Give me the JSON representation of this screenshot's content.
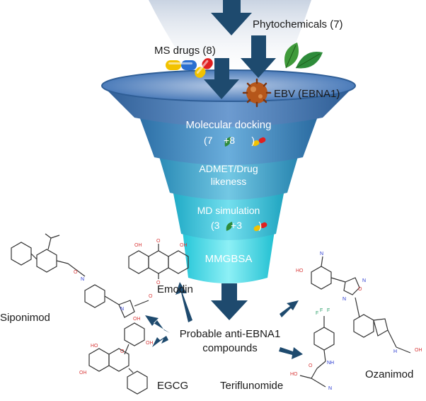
{
  "inputs": {
    "phytochemicals": "Phytochemicals (7)",
    "ms_drugs": "MS drugs (8)",
    "ebv": "EBV (EBNA1)"
  },
  "stages": {
    "docking_title": "Molecular docking",
    "docking_counts": {
      "phyto": "7",
      "drugs": "+8"
    },
    "admet_line1": "ADMET/Drug",
    "admet_line2": "likeness",
    "md_title": "MD simulation",
    "md_counts": {
      "phyto": "3",
      "drugs": "+3"
    },
    "mmgbsa": "MMGBSA"
  },
  "output": {
    "line1": "Probable anti-EBNA1",
    "line2": "compounds"
  },
  "compounds": {
    "siponimod": "Siponimod",
    "emodin": "Emodin",
    "egcg": "EGCG",
    "teriflunomide": "Teriflunomide",
    "ozanimod": "Ozanimod"
  },
  "colors": {
    "arrow": "#1e4a6e",
    "funnel_top": "#4a78b0",
    "funnel_bottom": "#3fe0e6",
    "leaf": "#2e8b3a",
    "pill_yellow": "#f2c200",
    "pill_red": "#e02020",
    "pill_blue": "#2a6fd0",
    "virus": "#b5561a"
  }
}
